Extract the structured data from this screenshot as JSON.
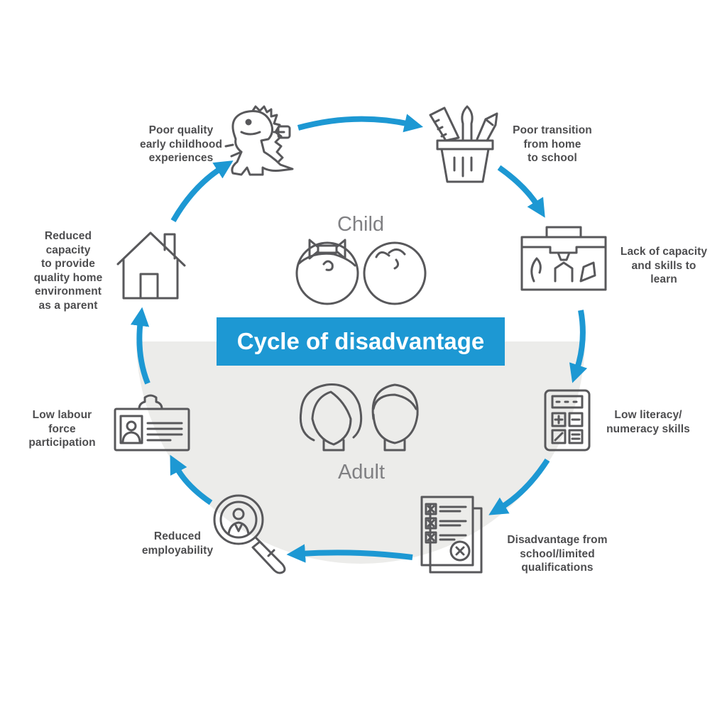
{
  "title": "Cycle of disadvantage",
  "center": {
    "top_label": "Child",
    "bottom_label": "Adult"
  },
  "colors": {
    "arrow": "#1d98d3",
    "title_bg": "#1d98d3",
    "icon": "#58585b",
    "text": "#4d4d4f",
    "shade": "#ececea"
  },
  "stages": [
    {
      "id": "early-childhood",
      "icon": "toy-dinosaur-icon",
      "label": "Poor quality\nearly childhood\nexperiences"
    },
    {
      "id": "transition",
      "icon": "pencil-cup-icon",
      "label": "Poor transition\nfrom home\nto school"
    },
    {
      "id": "capacity-learn",
      "icon": "school-bag-icon",
      "label": "Lack of capacity\nand skills to\nlearn"
    },
    {
      "id": "literacy",
      "icon": "calculator-icon",
      "label": "Low literacy/\nnumeracy skills"
    },
    {
      "id": "qualifications",
      "icon": "document-checklist-icon",
      "label": "Disadvantage from\nschool/limited\nqualifications"
    },
    {
      "id": "employability",
      "icon": "magnifier-person-icon",
      "label": "Reduced\nemployability"
    },
    {
      "id": "labour-force",
      "icon": "id-badge-icon",
      "label": "Low labour\nforce\nparticipation"
    },
    {
      "id": "home-environment",
      "icon": "house-icon",
      "label": "Reduced\ncapacity\nto provide\nquality home\nenvironment\nas a parent"
    }
  ]
}
